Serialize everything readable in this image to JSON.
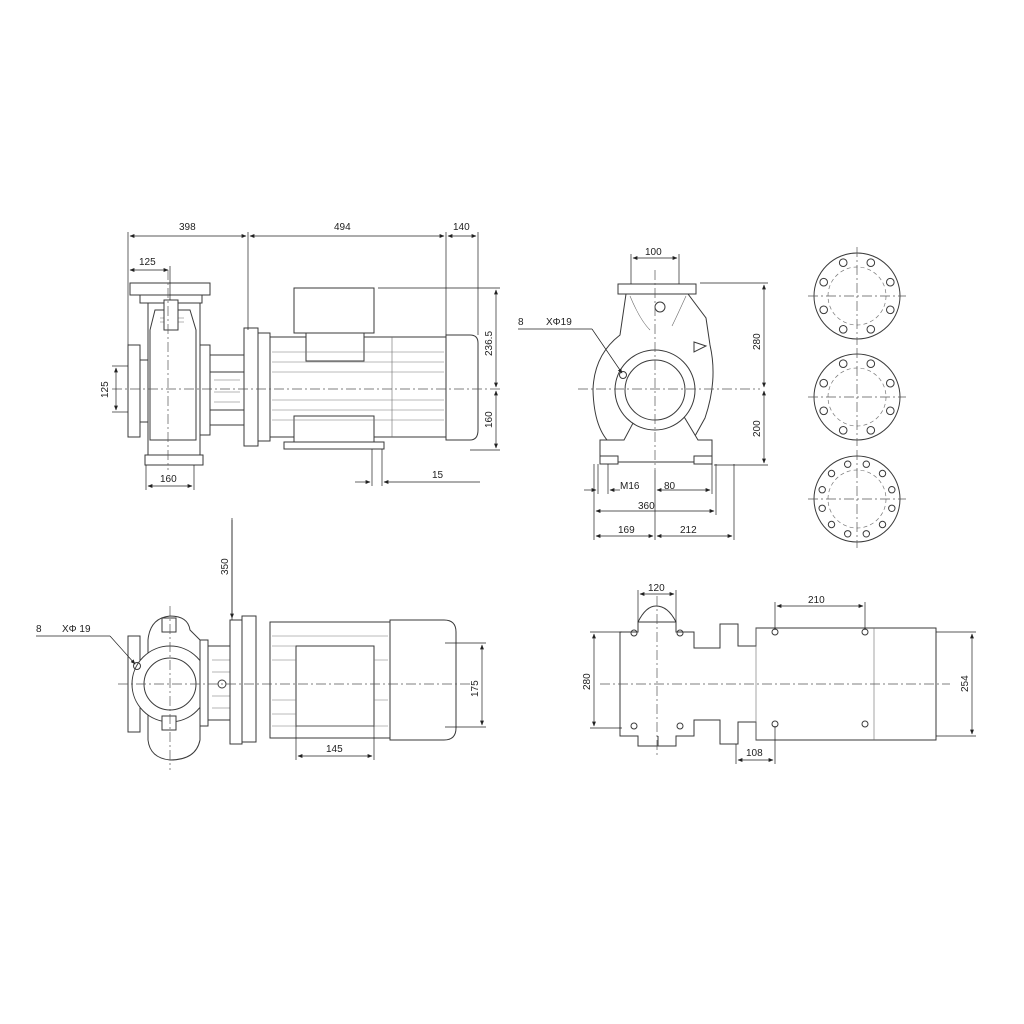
{
  "dimensions": {
    "side_view": {
      "d398": "398",
      "d494": "494",
      "d140": "140",
      "d125_top": "125",
      "d125_left": "125",
      "d236_5": "236.5",
      "d160_right": "160",
      "d15": "15",
      "d160_bottom": "160"
    },
    "front_view": {
      "d100": "100",
      "hole_count": "8",
      "hole_spec": "XΦ19",
      "d280": "280",
      "d200": "200",
      "m16": "M16",
      "d80": "80",
      "d360": "360",
      "d169": "169",
      "d212": "212"
    },
    "top_view": {
      "d350": "350",
      "hole_count": "8",
      "hole_spec": "XΦ 19",
      "d175": "175",
      "d145": "145"
    },
    "base_view": {
      "d120": "120",
      "d210": "210",
      "d280": "280",
      "d254": "254",
      "d108": "108"
    }
  },
  "flange_patterns": {
    "bolt_holes": [
      8,
      8,
      12
    ]
  }
}
